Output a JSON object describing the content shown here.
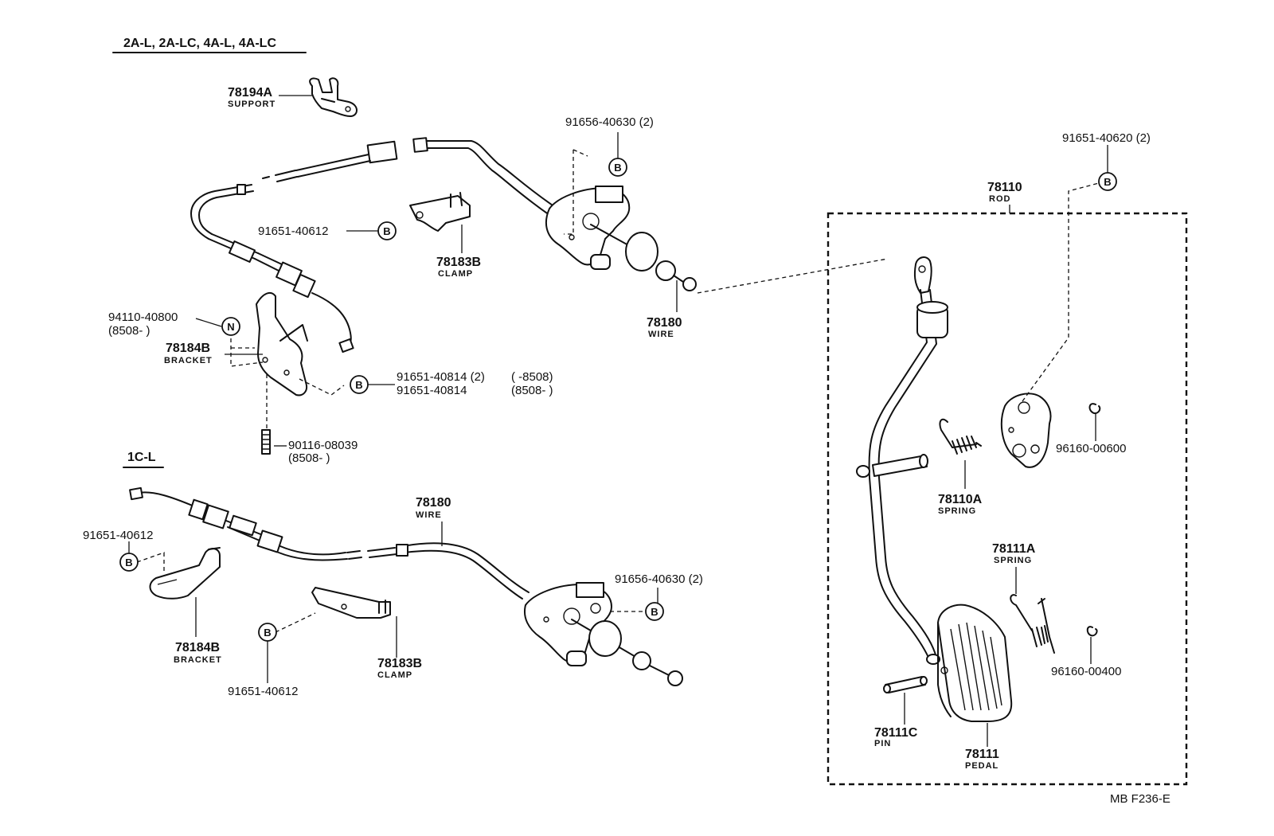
{
  "headers": {
    "top": "2A-L, 2A-LC, 4A-L, 4A-LC",
    "bottom": "1C-L"
  },
  "symbols": {
    "b": "B",
    "n": "N"
  },
  "labels": {
    "support_78194a": {
      "code": "78194A",
      "name": "SUPPORT"
    },
    "bolt_91656_40630_top": {
      "code": "91656-40630 (2)"
    },
    "bolt_91651_40612_top": {
      "code": "91651-40612"
    },
    "clamp_78183b_top": {
      "code": "78183B",
      "name": "CLAMP"
    },
    "wire_78180_top": {
      "code": "78180",
      "name": "WIRE"
    },
    "nut_94110_40800": {
      "code": "94110-40800",
      "range": "(8508-          )"
    },
    "bracket_78184b_top": {
      "code": "78184B",
      "name": "BRACKET"
    },
    "bolt_91651_40814": {
      "code1": "91651-40814 (2)",
      "range1": "(         -8508)",
      "code2": "91651-40814",
      "range2": "(8508-          )"
    },
    "stud_90116_08039": {
      "code": "90116-08039",
      "range": "(8508-          )"
    },
    "bolt_91651_40612_bl": {
      "code": "91651-40612"
    },
    "wire_78180_bottom": {
      "code": "78180",
      "name": "WIRE"
    },
    "bolt_91656_40630_bottom": {
      "code": "91656-40630 (2)"
    },
    "bracket_78184b_bottom": {
      "code": "78184B",
      "name": "BRACKET"
    },
    "bolt_91651_40612_bm": {
      "code": "91651-40612"
    },
    "clamp_78183b_bottom": {
      "code": "78183B",
      "name": "CLAMP"
    },
    "bolt_91651_40620": {
      "code": "91651-40620 (2)"
    },
    "rod_78110": {
      "code": "78110",
      "name": "ROD"
    },
    "spring_78110a": {
      "code": "78110A",
      "name": "SPRING"
    },
    "clip_96160_00600": {
      "code": "96160-00600"
    },
    "spring_78111a": {
      "code": "78111A",
      "name": "SPRING"
    },
    "clip_96160_00400": {
      "code": "96160-00400"
    },
    "pin_78111c": {
      "code": "78111C",
      "name": "PIN"
    },
    "pedal_78111": {
      "code": "78111",
      "name": "PEDAL"
    }
  },
  "footer": {
    "ref": "MB F236-E"
  }
}
